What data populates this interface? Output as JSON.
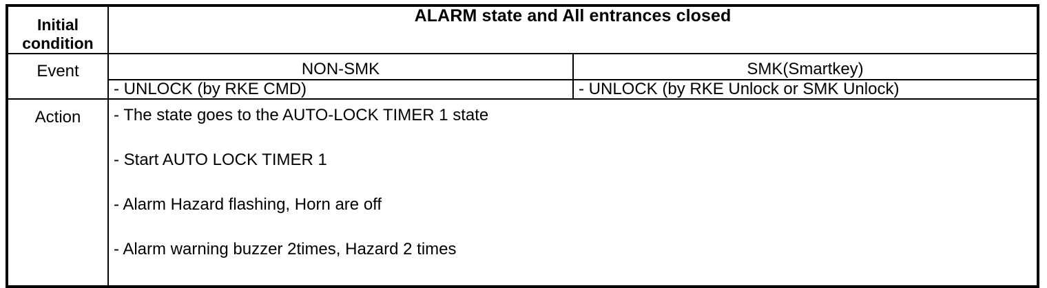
{
  "table": {
    "row_labels": {
      "initial_condition": "Initial\ncondition",
      "initial_condition_line1": "Initial",
      "initial_condition_line2": "condition",
      "event": "Event",
      "action": "Action"
    },
    "banner": "ALARM state and All entrances closed",
    "columns": [
      {
        "key": "non_smk",
        "header": "NON-SMK"
      },
      {
        "key": "smk",
        "header": "SMK(Smartkey)"
      }
    ],
    "event_row": [
      "- UNLOCK (by RKE CMD)",
      "- UNLOCK (by RKE Unlock or SMK Unlock)"
    ],
    "action_items": [
      "- The state goes to the AUTO-LOCK TIMER 1 state",
      "- Start AUTO LOCK TIMER 1",
      "- Alarm Hazard flashing, Horn are off",
      "- Alarm warning buzzer 2times, Hazard 2 times"
    ]
  },
  "colors": {
    "border": "#000000",
    "text": "#000000",
    "background": "#ffffff"
  }
}
